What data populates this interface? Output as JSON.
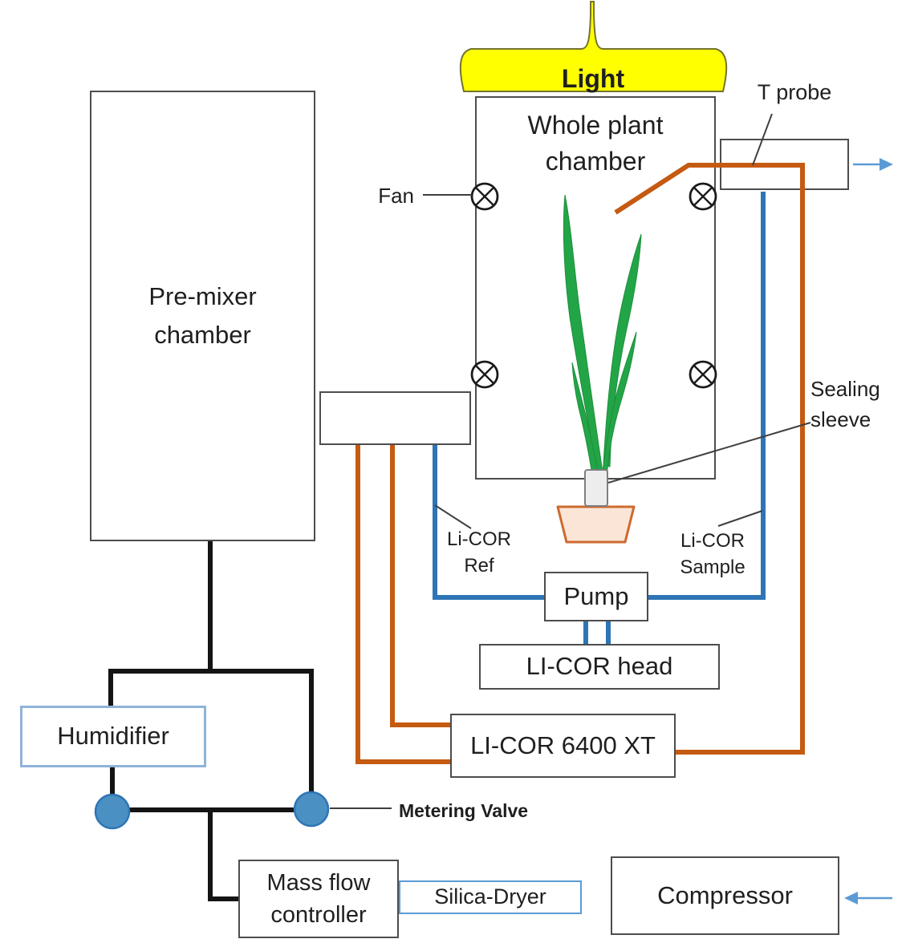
{
  "colors": {
    "pipe_orange": "#c55a11",
    "pipe_blue": "#2e75b6",
    "pipe_black": "#141414",
    "arrow_blue": "#5b9bd5",
    "light_yellow": "#ffff00",
    "plant_green": "#22a546",
    "valve_fill": "#4a90c2",
    "pot_fill": "#fbe5d6",
    "pot_border": "#cd6a2e",
    "humidifier_border": "#8fb3d9",
    "dryer_border": "#5b9bd5",
    "box_border": "#4d4d4d"
  },
  "labels": {
    "light": "Light",
    "whole_plant_chamber_1": "Whole plant",
    "whole_plant_chamber_2": "chamber",
    "pre_mixer_1": "Pre-mixer",
    "pre_mixer_2": "chamber",
    "t_probe": "T probe",
    "fan": "Fan",
    "sealing_sleeve_1": "Sealing",
    "sealing_sleeve_2": "sleeve",
    "licor_ref_1": "Li-COR",
    "licor_ref_2": "Ref",
    "licor_sample_1": "Li-COR",
    "licor_sample_2": "Sample",
    "pump": "Pump",
    "licor_head": "LI-COR head",
    "licor_6400": "LI-COR 6400 XT",
    "humidifier": "Humidifier",
    "metering_valve": "Metering Valve",
    "mass_flow_1": "Mass flow",
    "mass_flow_2": "controller",
    "silica_dryer": "Silica-Dryer",
    "compressor": "Compressor"
  }
}
